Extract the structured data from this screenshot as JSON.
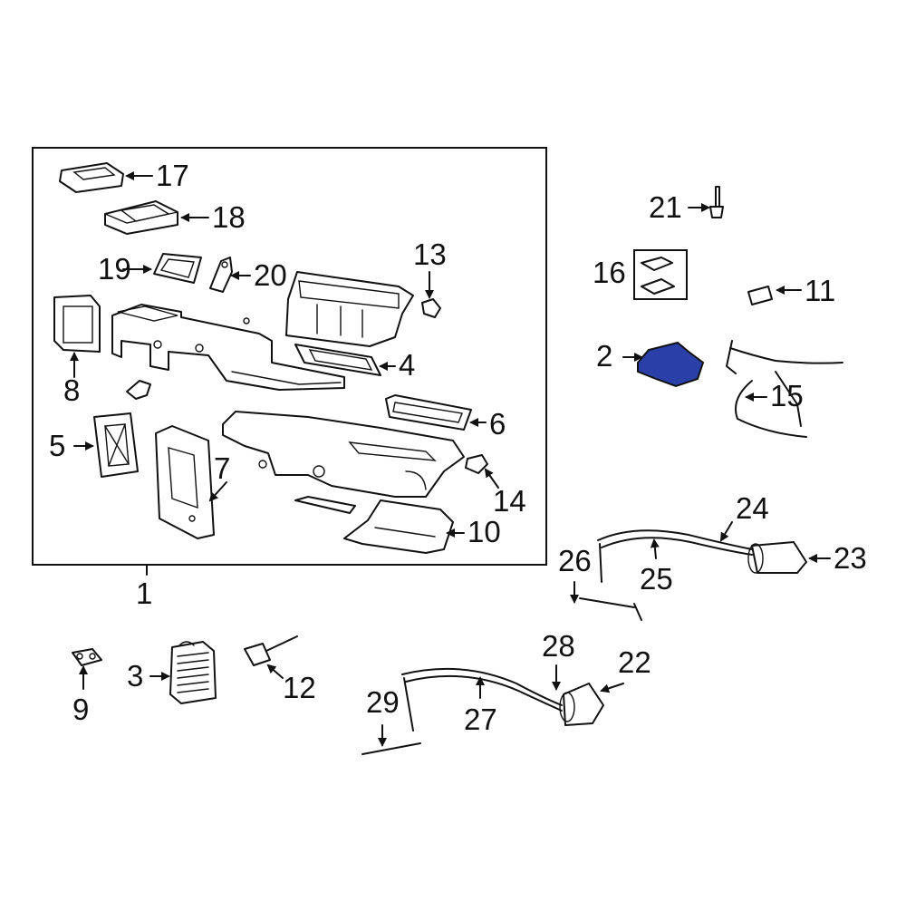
{
  "diagram": {
    "highlight_color": "#2a3fa8",
    "highlighted_part": "2",
    "callouts": {
      "p1": "1",
      "p2": "2",
      "p3": "3",
      "p4": "4",
      "p5": "5",
      "p6": "6",
      "p7": "7",
      "p8": "8",
      "p9": "9",
      "p10": "10",
      "p11": "11",
      "p12": "12",
      "p13": "13",
      "p14": "14",
      "p15": "15",
      "p16": "16",
      "p17": "17",
      "p18": "18",
      "p19": "19",
      "p20": "20",
      "p21": "21",
      "p22": "22",
      "p23": "23",
      "p24": "24",
      "p25": "25",
      "p26": "26",
      "p27": "27",
      "p28": "28",
      "p29": "29"
    }
  }
}
